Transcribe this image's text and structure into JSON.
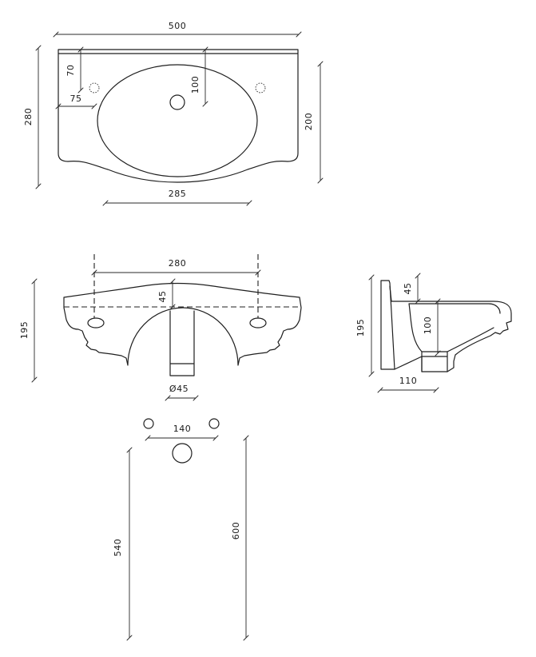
{
  "plan_view": {
    "dim_overall_width": "500",
    "dim_tap_hole_from_top": "70",
    "dim_waste_from_top": "100",
    "dim_tap_hole_from_side": "75",
    "dim_overall_depth": "280",
    "dim_bowl_depth": "200",
    "dim_front_width": "285"
  },
  "front_view": {
    "dim_hole_spacing": "280",
    "dim_rim_to_holes": "45",
    "dim_height": "195",
    "dim_waste_diameter": "Ø45"
  },
  "side_view": {
    "dim_rim_top": "45",
    "dim_bowl_depth": "100",
    "dim_height": "195",
    "dim_projection": "110"
  },
  "wall_fixing": {
    "dim_hole_spacing": "140",
    "dim_waste_height": "540",
    "dim_fixing_height": "600"
  },
  "colors": {
    "line": "#1f1f1f",
    "background": "#ffffff"
  }
}
